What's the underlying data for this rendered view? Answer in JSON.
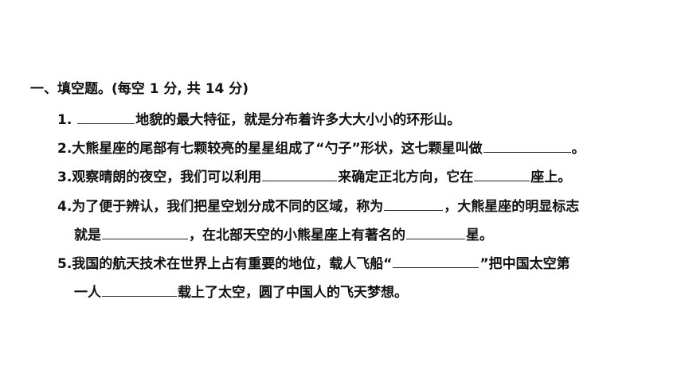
{
  "section_title": "一、填空题。(每空 1 分, 共 14 分)",
  "questions": [
    {
      "num": "1.",
      "parts": [
        "",
        "地貌的最大特征，就是分布着许多大大小小的环形山。"
      ]
    },
    {
      "num": "2.",
      "parts": [
        "大熊星座的尾部有七颗较亮的星星组成了“勺子”形状，这七颗星叫做",
        "。"
      ]
    },
    {
      "num": "3.",
      "parts": [
        "观察晴朗的夜空，我们可以利用",
        "来确定正北方向，它在",
        "座上。"
      ]
    },
    {
      "num": "4.",
      "parts": [
        "为了便于辨认，我们把星空划分成不同的区域，称为",
        "，大熊星座的明显标志"
      ],
      "cont": [
        "就是",
        "，在北部天空的小熊星座上有著名的",
        "星。"
      ]
    },
    {
      "num": "5.",
      "parts": [
        "我国的航天技术在世界上占有重要的地位，载人飞船“",
        "”把中国太空第"
      ],
      "cont": [
        "一人",
        "载上了太空，圆了中国人的飞天梦想。"
      ]
    }
  ]
}
